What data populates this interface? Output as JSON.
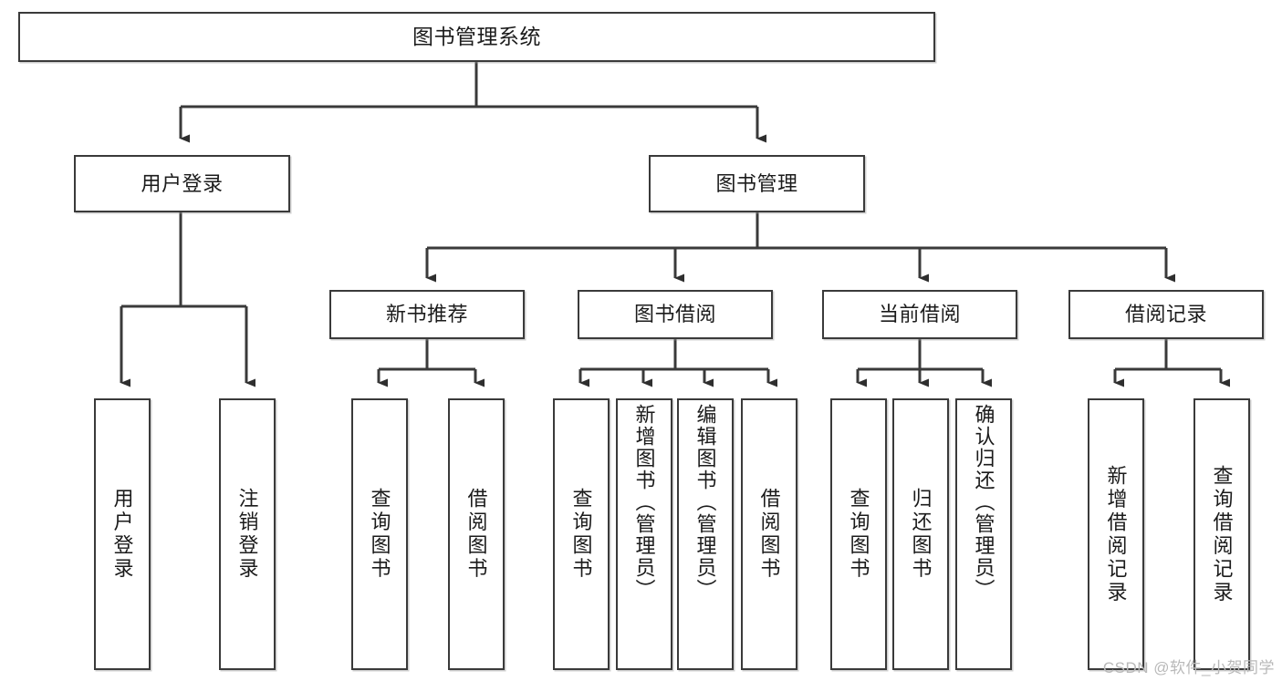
{
  "diagram": {
    "type": "tree",
    "title": "图书管理系统",
    "orientation": "top-down",
    "line_color": "#3a3a3a",
    "box_fill": "#ffffff",
    "text_color": "#1b1b1b"
  },
  "nodes": {
    "root": {
      "label": "图书管理系统"
    },
    "level1": [
      {
        "label": "用户登录"
      },
      {
        "label": "图书管理"
      }
    ],
    "level2": [
      {
        "label": "新书推荐"
      },
      {
        "label": "图书借阅"
      },
      {
        "label": "当前借阅"
      },
      {
        "label": "借阅记录"
      }
    ],
    "leaves": {
      "user_login": [
        {
          "label": "用户登录"
        },
        {
          "label": "注销登录"
        }
      ],
      "new_book": [
        {
          "label": "查询图书"
        },
        {
          "label": "借阅图书"
        }
      ],
      "book_borrow": [
        {
          "label": "查询图书"
        },
        {
          "label": "新增图书（管理员）"
        },
        {
          "label": "编辑图书（管理员）"
        },
        {
          "label": "借阅图书"
        }
      ],
      "current_borrow": [
        {
          "label": "查询图书"
        },
        {
          "label": "归还图书"
        },
        {
          "label": "确认归还（管理员）"
        }
      ],
      "borrow_record": [
        {
          "label": "新增借阅记录"
        },
        {
          "label": "查询借阅记录"
        }
      ]
    }
  },
  "watermark": {
    "text": "CSDN @软件_小贺同学"
  }
}
